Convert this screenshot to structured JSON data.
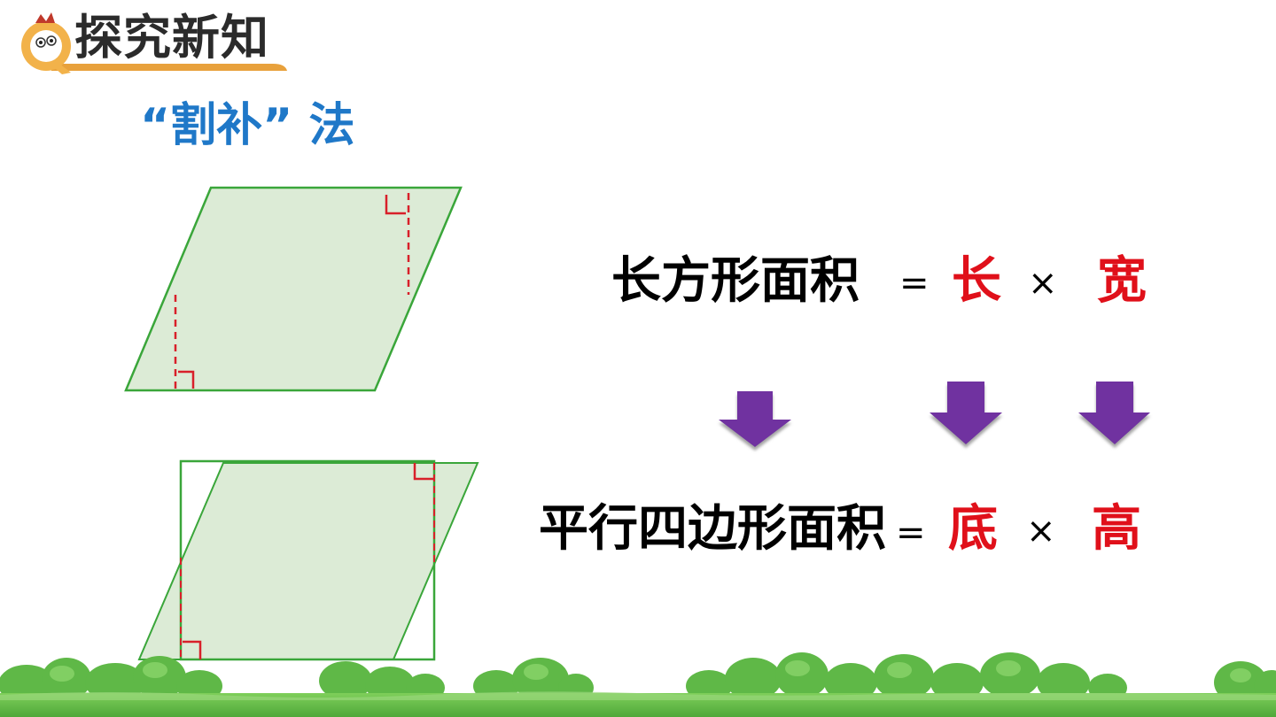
{
  "header": {
    "title": "探究新知",
    "badge_icon": "cartoon-q-mascot-icon"
  },
  "method": {
    "title": "“割补” 法"
  },
  "rect_equation": {
    "term": "长方形面积",
    "equals": "=",
    "factor1": "长",
    "times": "×",
    "factor2": "宽"
  },
  "para_equation": {
    "term": "平行四边形面积",
    "equals": "=",
    "factor1": "底",
    "times": "×",
    "factor2": "高"
  },
  "colors": {
    "title_blue": "#1f78c8",
    "highlight_red": "#e0101a",
    "shape_fill": "#dcebd6",
    "shape_stroke": "#3aa63a",
    "dash_red": "#d8202a",
    "arrow_purple": "#7030a0"
  },
  "icons": [
    "cartoon-q-mascot-icon",
    "down-arrow-icon",
    "right-angle-mark-icon",
    "grass-bush-icon"
  ]
}
